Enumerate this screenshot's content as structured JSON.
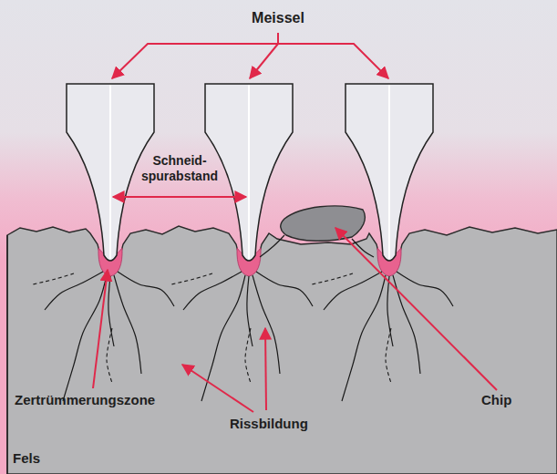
{
  "diagram": {
    "labels": [
      "Meissel",
      "Schneid- spurabstand",
      "Chip",
      "Zertrümmerungszone",
      "Rissbildung",
      "Fels"
    ]
  }
}
